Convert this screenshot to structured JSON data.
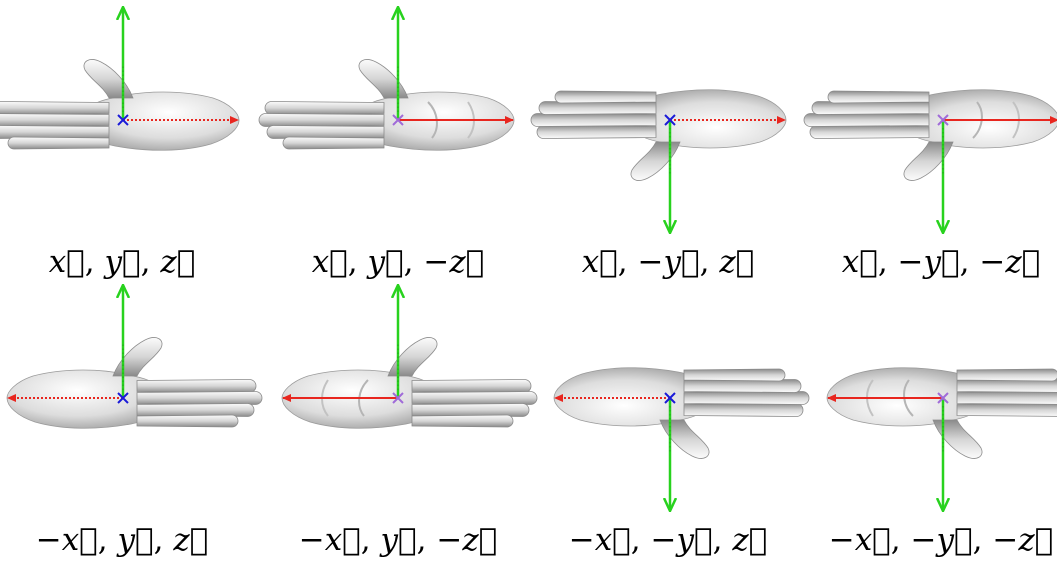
{
  "colors": {
    "x_axis": "#e8261f",
    "y_axis": "#28d21e",
    "origin_blue": "#1a1ad8",
    "origin_purple": "#a06bd8",
    "hand_fill": "#dcdcdc",
    "hand_shade": "#9a9a9a"
  },
  "panels": [
    {
      "row": 0,
      "col": 0,
      "x_sign": 1,
      "y_sign": 1,
      "z_sign": 1,
      "origin_marker": "blue-x",
      "caption": [
        "x",
        "y",
        "z"
      ],
      "caption_neg": [
        false,
        false,
        false
      ]
    },
    {
      "row": 0,
      "col": 1,
      "x_sign": 1,
      "y_sign": 1,
      "z_sign": -1,
      "origin_marker": "purple-x",
      "caption": [
        "x",
        "y",
        "z"
      ],
      "caption_neg": [
        false,
        false,
        true
      ]
    },
    {
      "row": 0,
      "col": 2,
      "x_sign": 1,
      "y_sign": -1,
      "z_sign": 1,
      "origin_marker": "blue-x",
      "caption": [
        "x",
        "y",
        "z"
      ],
      "caption_neg": [
        false,
        true,
        false
      ]
    },
    {
      "row": 0,
      "col": 3,
      "x_sign": 1,
      "y_sign": -1,
      "z_sign": -1,
      "origin_marker": "purple-x",
      "caption": [
        "x",
        "y",
        "z"
      ],
      "caption_neg": [
        false,
        true,
        true
      ]
    },
    {
      "row": 1,
      "col": 0,
      "x_sign": -1,
      "y_sign": 1,
      "z_sign": 1,
      "origin_marker": "blue-x",
      "caption": [
        "x",
        "y",
        "z"
      ],
      "caption_neg": [
        true,
        false,
        false
      ]
    },
    {
      "row": 1,
      "col": 1,
      "x_sign": -1,
      "y_sign": 1,
      "z_sign": -1,
      "origin_marker": "purple-x",
      "caption": [
        "x",
        "y",
        "z"
      ],
      "caption_neg": [
        true,
        false,
        true
      ]
    },
    {
      "row": 1,
      "col": 2,
      "x_sign": -1,
      "y_sign": -1,
      "z_sign": 1,
      "origin_marker": "blue-x",
      "caption": [
        "x",
        "y",
        "z"
      ],
      "caption_neg": [
        true,
        true,
        false
      ]
    },
    {
      "row": 1,
      "col": 3,
      "x_sign": -1,
      "y_sign": -1,
      "z_sign": -1,
      "origin_marker": "purple-x",
      "caption": [
        "x",
        "y",
        "z"
      ],
      "caption_neg": [
        true,
        true,
        true
      ]
    }
  ]
}
